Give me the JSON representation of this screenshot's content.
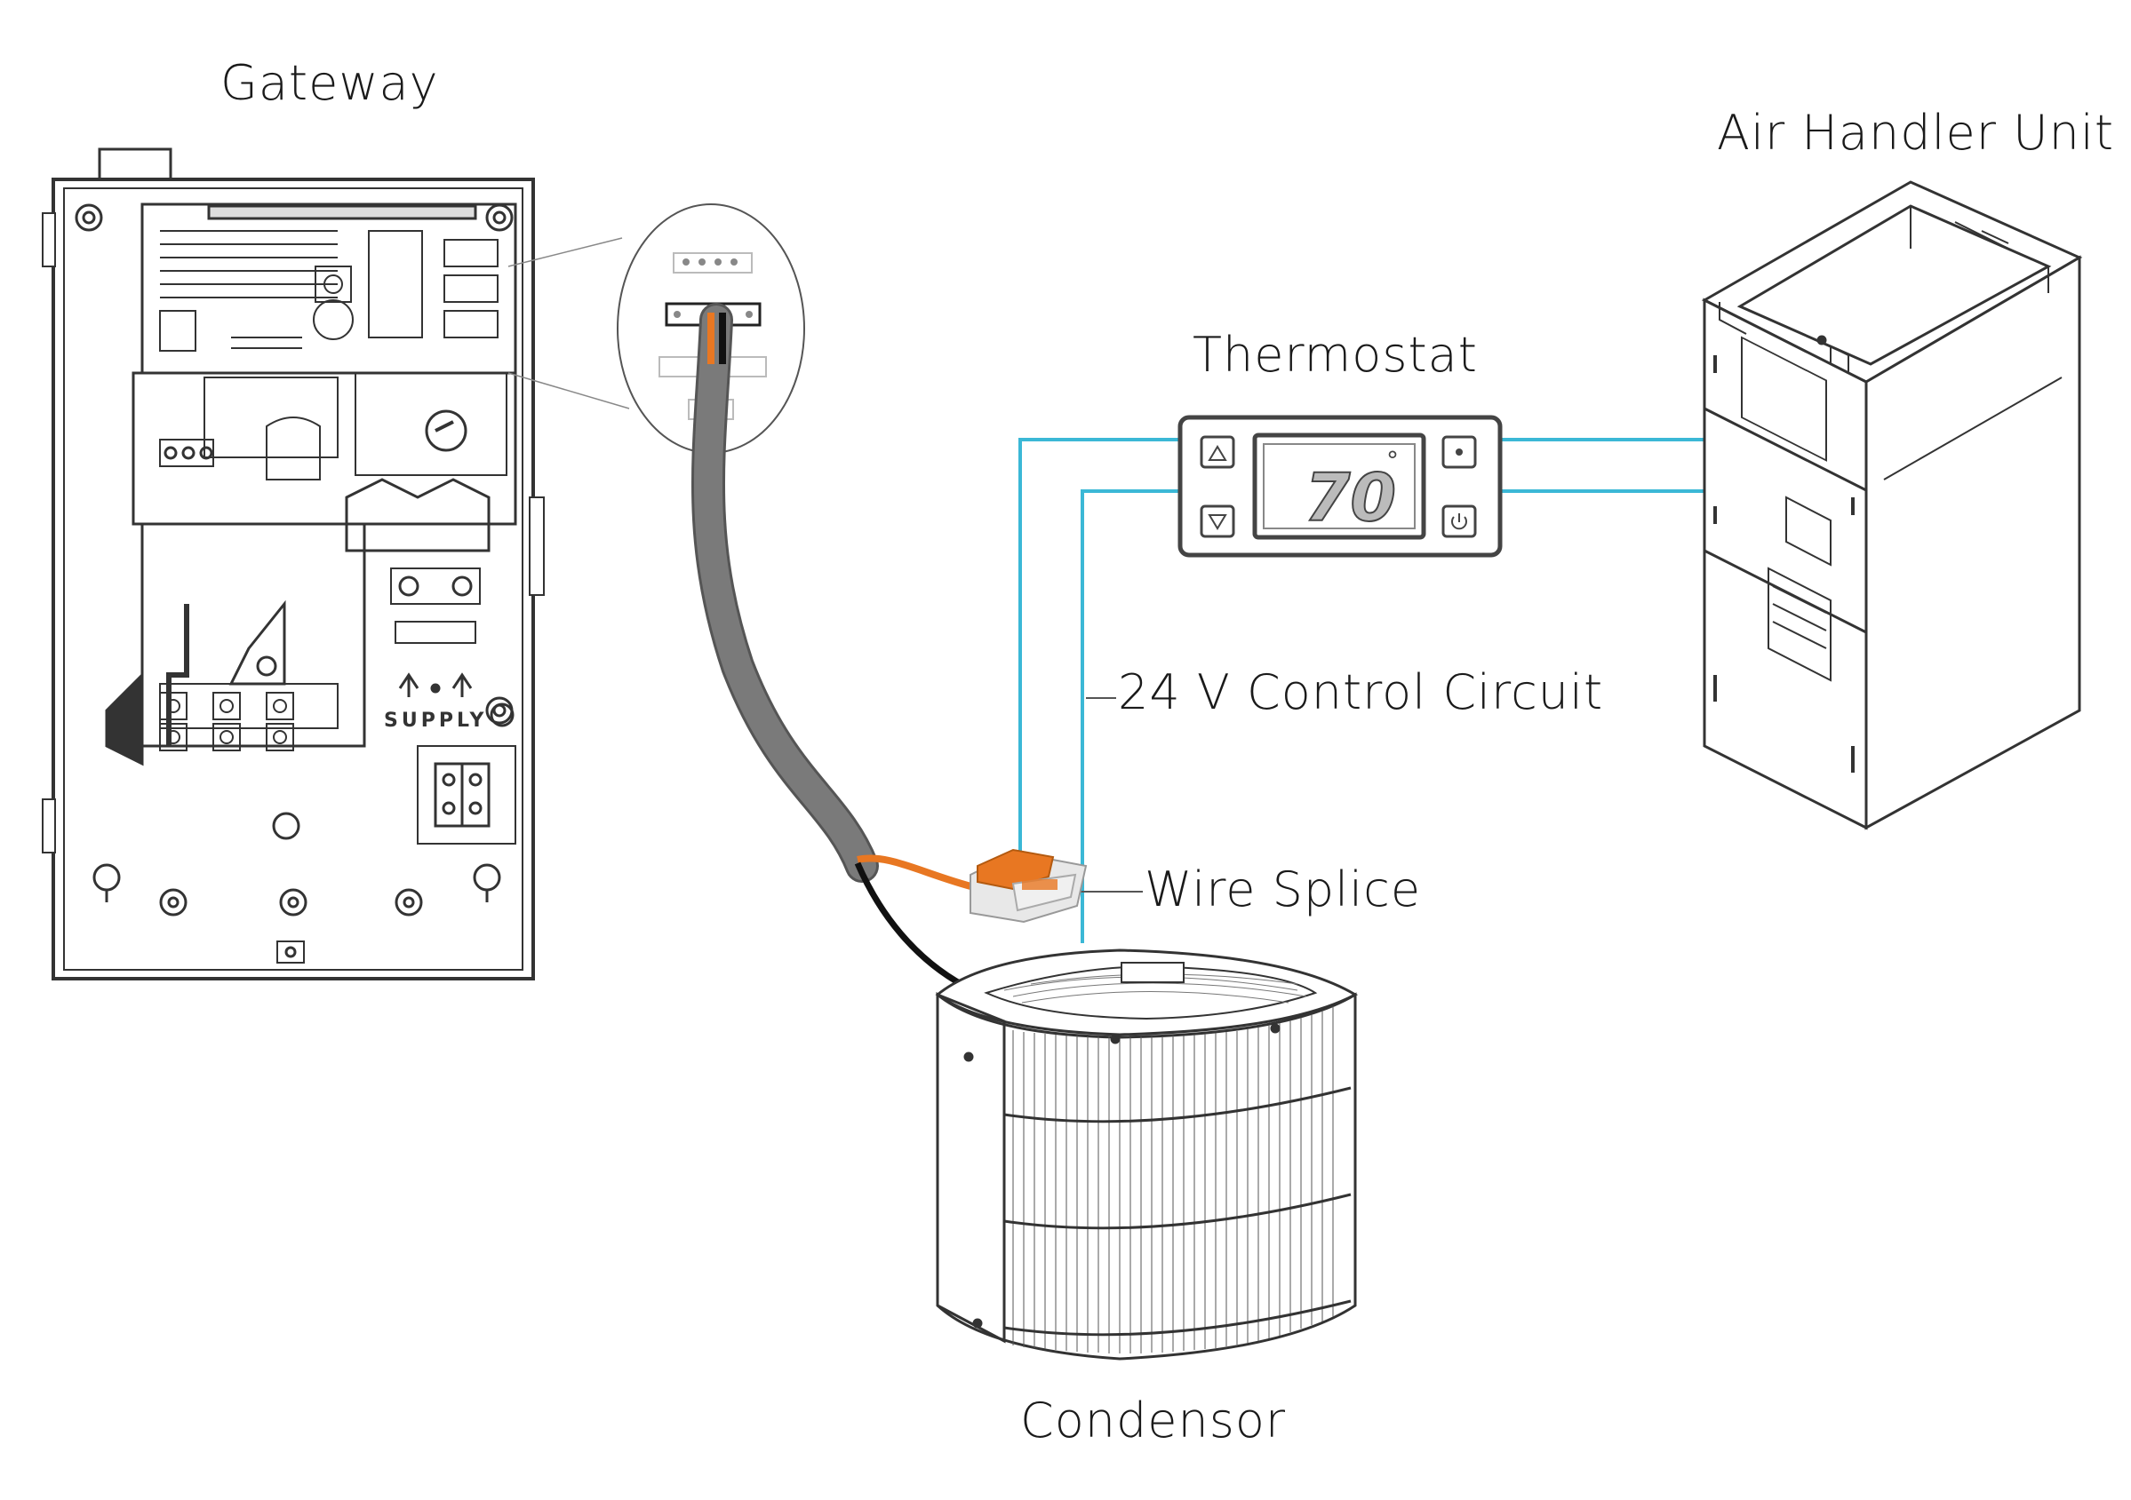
{
  "labels": {
    "gateway": "Gateway",
    "air_handler": "Air Handler Unit",
    "thermostat": "Thermostat",
    "control_circuit": "24 V Control Circuit",
    "wire_splice": "Wire Splice",
    "condensor": "Condensor"
  },
  "gateway_panel": {
    "supply_text": "SUPPLY"
  },
  "thermostat_display": {
    "temperature": "70",
    "degree": "°",
    "buttons": [
      "up-arrow-icon",
      "down-arrow-icon",
      "dot-icon",
      "power-icon"
    ]
  },
  "colors": {
    "control_wire": "#3bb8d6",
    "cable_gray": "#7a7a7a",
    "orange_wire": "#e87722",
    "black_wire": "#111111",
    "outline": "#333333"
  },
  "icons": [
    "up-arrow-icon",
    "down-arrow-icon",
    "dot-icon",
    "power-icon"
  ]
}
